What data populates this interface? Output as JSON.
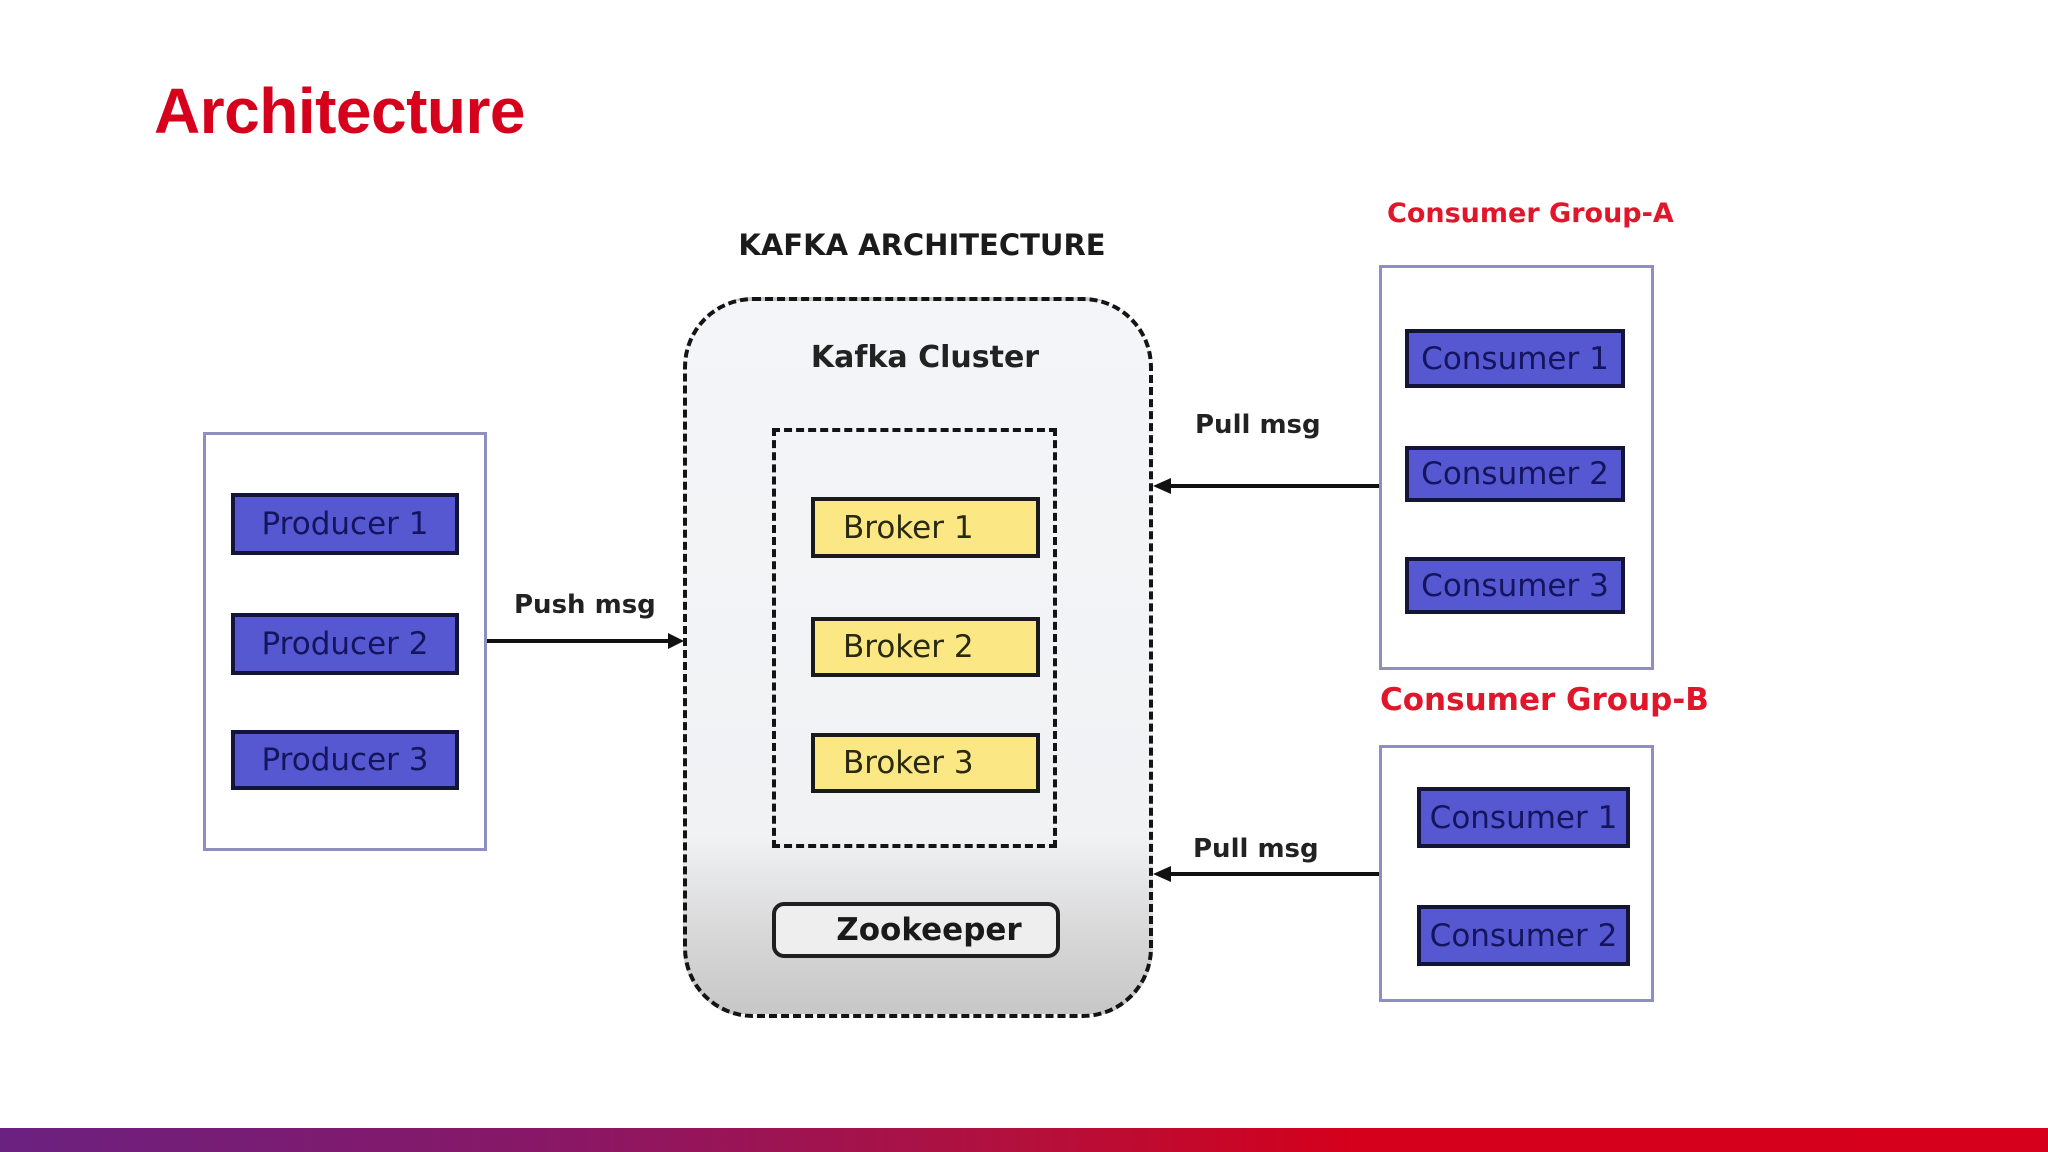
{
  "slide": {
    "title": "Architecture",
    "colors": {
      "title": "#d6001c",
      "group_label": "#e0162a",
      "producer_consumer_fill": "#5558d0",
      "broker_fill": "#fbe884"
    }
  },
  "diagram": {
    "title": "KAFKA ARCHITECTURE",
    "producers": {
      "items": [
        "Producer 1",
        "Producer 2",
        "Producer 3"
      ]
    },
    "push_label": "Push msg",
    "cluster": {
      "label": "Kafka Cluster",
      "brokers": [
        "Broker 1",
        "Broker 2",
        "Broker 3"
      ],
      "zookeeper": "Zookeeper"
    },
    "consumer_groups": [
      {
        "label": "Consumer Group-A",
        "pull_label": "Pull msg",
        "consumers": [
          "Consumer 1",
          "Consumer 2",
          "Consumer 3"
        ]
      },
      {
        "label": "Consumer Group-B",
        "pull_label": "Pull msg",
        "consumers": [
          "Consumer 1",
          "Consumer 2"
        ]
      }
    ]
  }
}
